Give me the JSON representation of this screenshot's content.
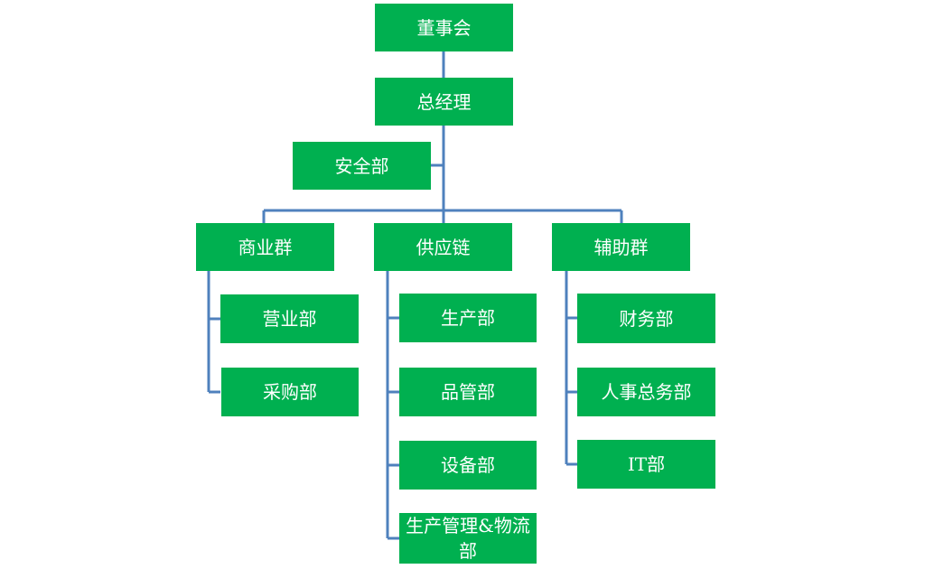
{
  "org_chart": {
    "board": "董事会",
    "general_manager": "总经理",
    "safety": "安全部",
    "groups": {
      "business": {
        "label": "商业群",
        "departments": [
          "营业部",
          "采购部"
        ]
      },
      "supply_chain": {
        "label": "供应链",
        "departments": [
          "生产部",
          "品管部",
          "设备部",
          "生产管理&物流部"
        ]
      },
      "support": {
        "label": "辅助群",
        "departments": [
          "财务部",
          "人事总务部",
          "IT部"
        ]
      }
    }
  },
  "colors": {
    "box_fill": "#00B050",
    "box_text": "#FFFFFF",
    "connector": "#4F81BD"
  }
}
